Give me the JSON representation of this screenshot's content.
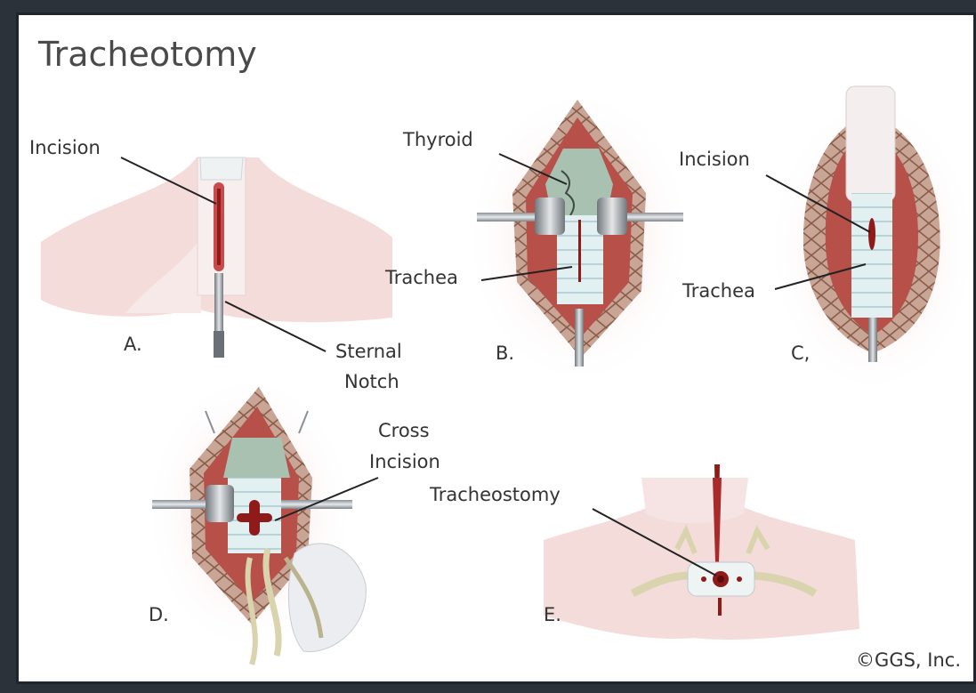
{
  "title": "Tracheotomy",
  "copyright": "©GGS, Inc.",
  "panels": [
    {
      "id": "A",
      "label": "A."
    },
    {
      "id": "B",
      "label": "B."
    },
    {
      "id": "C",
      "label": "C,"
    },
    {
      "id": "D",
      "label": "D."
    },
    {
      "id": "E",
      "label": "E."
    }
  ],
  "callouts": {
    "a_incision": "Incision",
    "a_sternal_line1": "Sternal",
    "a_sternal_line2": "Notch",
    "b_thyroid": "Thyroid",
    "b_trachea": "Trachea",
    "c_incision": "Incision",
    "c_trachea": "Trachea",
    "d_cross_line1": "Cross",
    "d_cross_line2": "Incision",
    "e_tracheostomy": "Tracheostomy"
  },
  "colors": {
    "skin": "#f3d7d5",
    "muscle": "#b65048",
    "incision": "#8e1a1a",
    "trachea": "#dfeef0",
    "thyroid": "#a9c1b0",
    "instrument": "#b9bec2",
    "tape": "#d9d4ad"
  }
}
